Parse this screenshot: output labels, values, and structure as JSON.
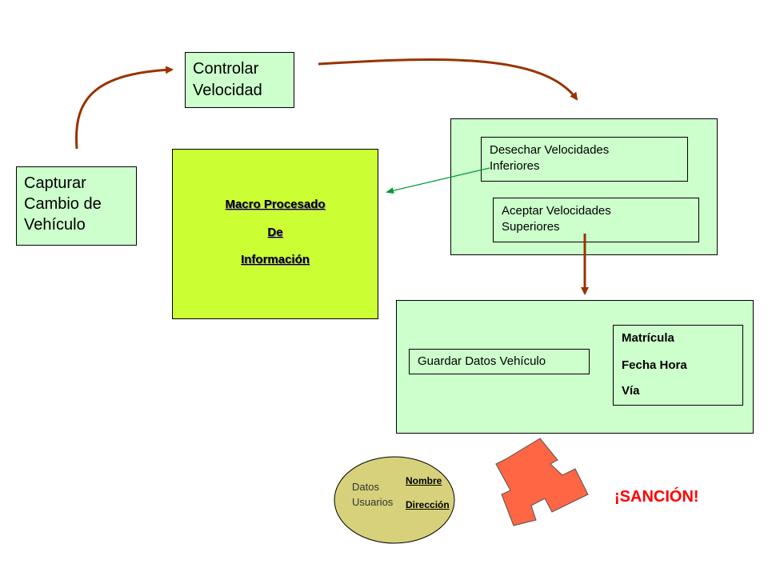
{
  "nodes": {
    "capturar": {
      "line1": "Capturar",
      "line2": "Cambio de",
      "line3": "Vehículo"
    },
    "controlar": {
      "line1": "Controlar",
      "line2": "Velocidad"
    },
    "macro": {
      "line1": "Macro Procesado",
      "line2": "De",
      "line3": "Información"
    },
    "desechar": {
      "line1": "Desechar Velocidades",
      "line2": "Inferiores"
    },
    "aceptar": {
      "line1": "Aceptar Velocidades",
      "line2": "Superiores"
    },
    "guardar": {
      "label": "Guardar Datos Vehículo"
    },
    "vehicle_fields": [
      "Matrícula",
      "Fecha Hora",
      "Vía"
    ],
    "datos_usuarios": {
      "line1": "Datos",
      "line2": "Usuarios",
      "field1": "Nombre",
      "field2": "Dirección"
    },
    "sancion": {
      "label": "¡SANCIÓN!"
    }
  },
  "colors": {
    "lime": "#ccff33",
    "mint": "#ccffcc",
    "olive": "#d6d17a",
    "arrow_brown": "#993300",
    "arrow_green": "#009933",
    "cross_red": "#ff6644",
    "sancion_red": "#ff0000"
  }
}
